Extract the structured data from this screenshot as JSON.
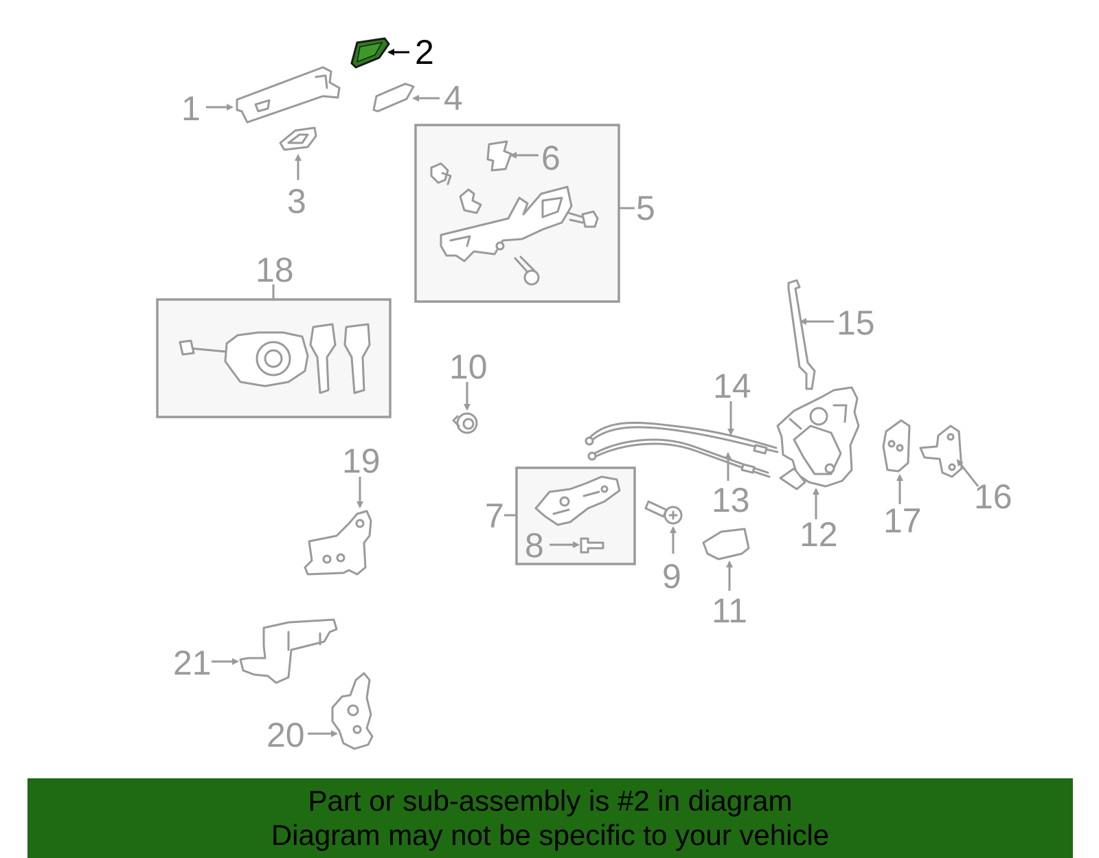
{
  "diagram": {
    "highlight_color": "#2e7d1e",
    "line_color": "#9a9a9a",
    "callouts": [
      "1",
      "2",
      "3",
      "4",
      "5",
      "6",
      "7",
      "8",
      "9",
      "10",
      "11",
      "12",
      "13",
      "14",
      "15",
      "16",
      "17",
      "18",
      "19",
      "20",
      "21"
    ]
  },
  "banner": {
    "line1": "Part or sub-assembly is #2 in diagram",
    "line2": "Diagram may not be specific to your vehicle",
    "background": "#1f6b12"
  }
}
